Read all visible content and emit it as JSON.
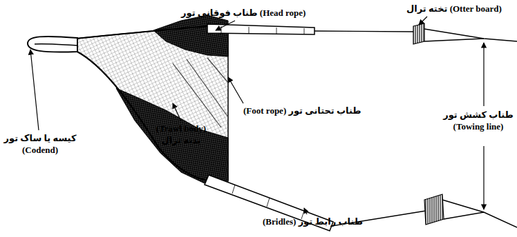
{
  "diagram": {
    "labels": [
      "طناب فوقانی تور (Head rope)",
      "تخته ترال (Otter board)",
      "کیسه یا ساک تور (Codend)",
      "(Foot rope) طناب تحتانی تور",
      "(Trawl body) بدنه ترال",
      "طناب کشش تور (Towing line)",
      "(Bridles) طناب رابط تور"
    ]
  }
}
